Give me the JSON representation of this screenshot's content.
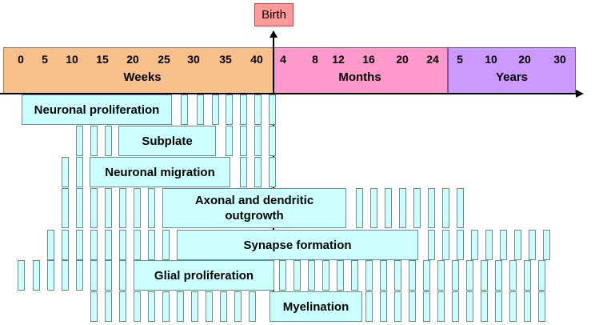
{
  "birth": "Birth",
  "timeline": {
    "weeks": {
      "unit": "Weeks",
      "ticks": [
        "0",
        "5",
        "10",
        "15",
        "20",
        "25",
        "30",
        "35",
        "40"
      ],
      "color": "#f8c08a"
    },
    "months": {
      "unit": "Months",
      "ticks": [
        "4",
        "8",
        "12",
        "16",
        "20",
        "24"
      ],
      "color": "#ff99cc"
    },
    "years": {
      "unit": "Years",
      "ticks": [
        "5",
        "10",
        "20",
        "30"
      ],
      "color": "#cc99ff"
    }
  },
  "processes": [
    {
      "name": "Neuronal proliferation"
    },
    {
      "name": "Subplate"
    },
    {
      "name": "Neuronal migration"
    },
    {
      "name": "Axonal and dendritic outgrowth"
    },
    {
      "name": "Synapse formation"
    },
    {
      "name": "Glial proliferation"
    },
    {
      "name": "Myelination"
    }
  ],
  "bar_color": "#ccffff"
}
